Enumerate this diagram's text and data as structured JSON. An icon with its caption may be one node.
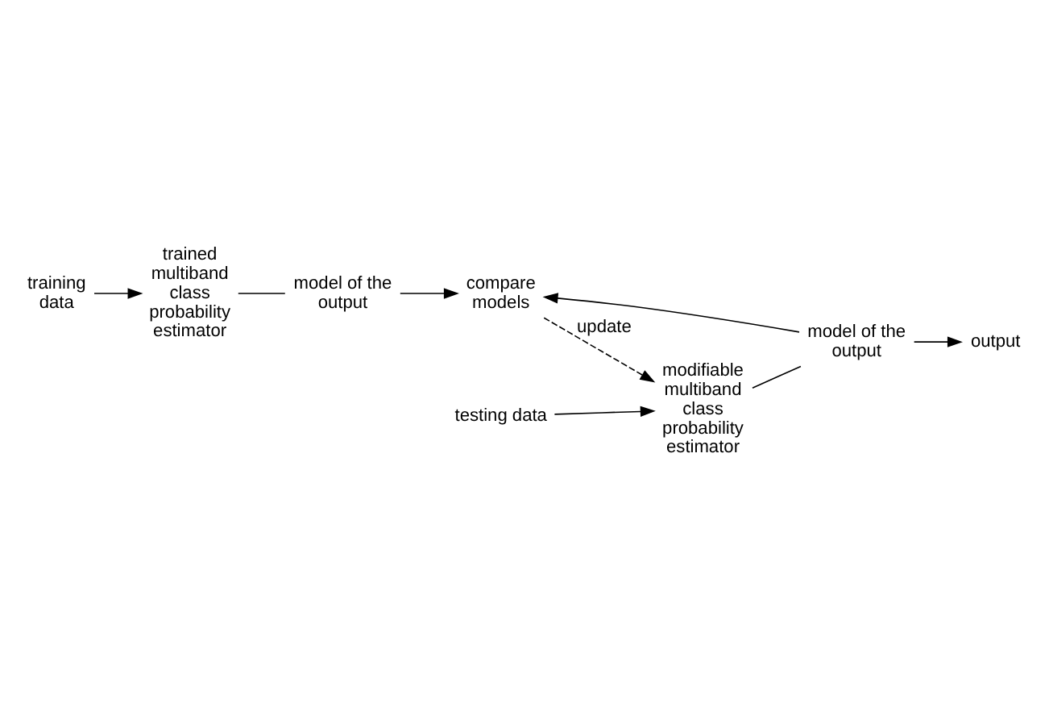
{
  "diagram": {
    "nodes": [
      {
        "text": [
          "training data"
        ]
      },
      {
        "text": [
          "trained multiband class probability estimator"
        ]
      },
      {
        "text": [
          "model of the output"
        ]
      },
      {
        "text": [
          "compare models"
        ]
      },
      {
        "text": [
          "testing data"
        ]
      },
      {
        "text": [
          "modifiable multiband class probability estimator"
        ]
      },
      {
        "text": [
          "model of the output"
        ]
      },
      {
        "text": [
          "output"
        ]
      }
    ],
    "edges": [
      {
        "from": 0,
        "to": 1,
        "arrow": "to"
      },
      {
        "from": 1,
        "to": 2,
        "arrow": "none"
      },
      {
        "from": 2,
        "to": 3,
        "arrow": "to"
      },
      {
        "from": 3,
        "to": 5,
        "arrow": "to",
        "label": "update",
        "style": "dashed"
      },
      {
        "from": 4,
        "to": 5,
        "arrow": "to"
      },
      {
        "from": 5,
        "to": 6,
        "arrow": "none"
      },
      {
        "from": 6,
        "to": 7,
        "arrow": "to"
      },
      {
        "from": 6,
        "to": 3,
        "arrow": "to"
      }
    ]
  }
}
